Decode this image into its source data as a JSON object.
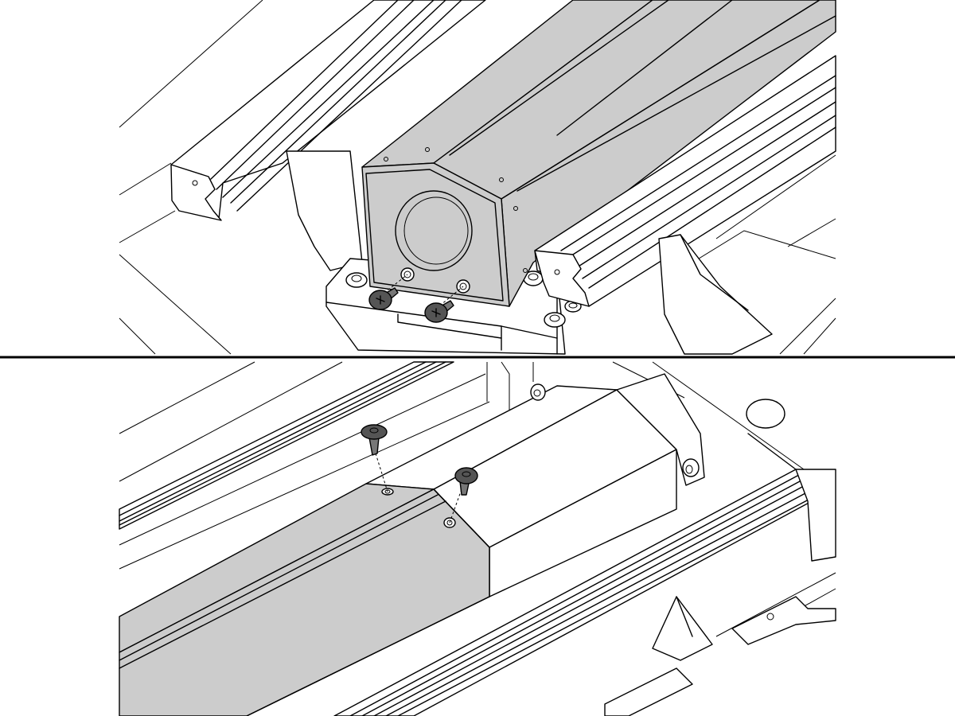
{
  "colors": {
    "background": "#ffffff",
    "line": "#000000",
    "cover_fill": "#cccccc",
    "screw_fill": "#777777",
    "screw_head": "#555555"
  },
  "panels": [
    {
      "id": "top",
      "view": "cover-installed-end-view",
      "fasteners": 2
    },
    {
      "id": "bottom",
      "view": "cover-section-install",
      "fasteners": 2
    }
  ],
  "icons": [
    "screw-icon",
    "hex-socket-icon"
  ]
}
